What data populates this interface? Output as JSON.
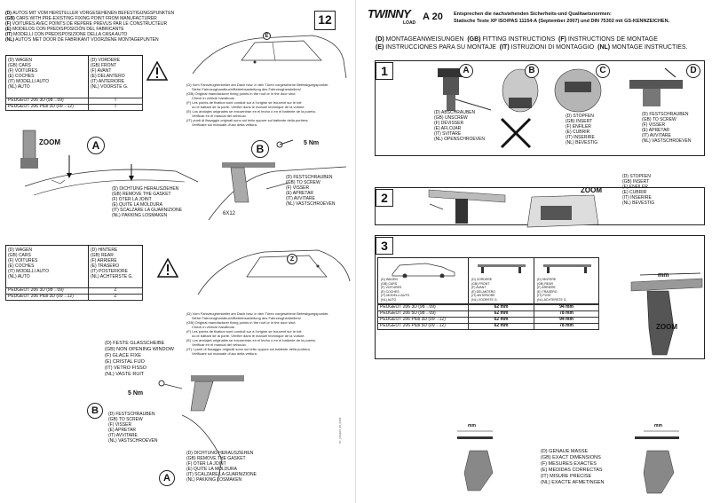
{
  "left": {
    "page_number": "12",
    "vehicle_notes": [
      {
        "code": "(D)",
        "text": "AUTOS MIT VOM HERSTELLER VORGESEHENEN BEFESTIGUNGSPUNKTEN"
      },
      {
        "code": "(GB)",
        "text": "CARS WITH PRE-EXISTING FIXING POINT FROM MANUFACTURER"
      },
      {
        "code": "(F)",
        "text": "VOITURES AVEC POINTS DE REPÈRE PRÉVUS PAR LE CONSTRUCTEUR"
      },
      {
        "code": "(E)",
        "text": "MODELOS CON PREDISPOSICIÓN DEL FABRICANTE"
      },
      {
        "code": "(IT)",
        "text": "MODELLI CON PREDISPOSIZIONE DELLA CASA AUTO"
      },
      {
        "code": "(NL)",
        "text": "AUTO'S MET DOOR DE FABRIKANT VOORZIENE MONTAGEPUNTEN"
      }
    ],
    "table1": {
      "left_labels": [
        "(D) WAGEN",
        "(GB) CARS",
        "(F) VOITURES",
        "(E) COCHES",
        "(IT) MODELLI AUTO",
        "(NL) AUTO"
      ],
      "right_labels": [
        "(D) VORDERE",
        "(GB) FRONT",
        "(F) AVANT",
        "(E) DELANTERO",
        "(IT) ANTERIORE",
        "(NL) VOORSTE G."
      ],
      "rows": [
        {
          "model": "PEUGEOT 206 3D (98→09)",
          "value": "T"
        },
        {
          "model": "PEUGEOT 206 Plus 3D (09→12)",
          "value": "T"
        }
      ]
    },
    "car1_label": "E",
    "callout_a": "A",
    "callout_b": "B",
    "zoom": "ZOOM",
    "torque": "5 Nm",
    "screw_count": "6X12",
    "gasket_labels": [
      "(D) DICHTUNG HERAUSZIEHEN",
      "(GB) REMOVE THE GASKET",
      "(F) OTER LA JOINT",
      "(E) QUITE LA MOLDURA",
      "(IT) SCALZARE LA GUARNIZIONE",
      "(NL) PAKKING LOSMAKEN"
    ],
    "screw_labels": [
      "(D) FESTSCHRAUBEN",
      "(GB) TO SCREW",
      "(F) VISSER",
      "(E) APRETAR",
      "(IT) AVVITARE",
      "(NL) VASTSCHROEVEN"
    ],
    "warning_notes_1": [
      "(D) Vom Fahrzeughersteller am Dach bzw. in den Türen vorgesehene Befestigungspunkte.",
      "Siehe Fahrzeughandbuch/Betriebsanleitung des Fahrzeugherstellers!",
      "(GB) Original manufacturer fixing points in the roof or in the door shut.",
      "Check in vehicle handbook.",
      "(F) Les points de fixation sont conduit sur à l'origine se trouvent sur le toit",
      "ou le battant de la porte. Vérifier dans le manuel technique de la voiture.",
      "(E) Los anclajes originales se encuentran en el techo o en el batiente de la puerta.",
      "Verificar en el manual del vehiculo.",
      "(IT) punti di fissaggio originali sono sul tetto oppure sul battente della portiera.",
      "Verificare sul manuale d'uso della vettura."
    ],
    "table2": {
      "left_labels": [
        "(D) WAGEN",
        "(GB) CARS",
        "(F) VOITURES",
        "(E) COCHES",
        "(IT) MODELLI AUTO",
        "(NL) AUTO"
      ],
      "right_labels": [
        "(D) HINTERE",
        "(GB) REAR",
        "(F) ARRIERE",
        "(E) TRASERO",
        "(IT) POSTERIORE",
        "(NL) ACHTERSTE G."
      ],
      "rows": [
        {
          "model": "PEUGEOT 206 3D (98→09)",
          "value": "Z"
        },
        {
          "model": "PEUGEOT 206 Plus 3D (09→12)",
          "value": "Z"
        }
      ]
    },
    "car2_label": "Z",
    "fixed_window_labels": [
      "(D) FESTE GLASSCHEIBE",
      "(GB) NON OPENING WINDOW",
      "(F) GLACE FIXE",
      "(E) CRISTAL FIJO",
      "(IT) VETRO FISSO",
      "(NL) VASTE RUIT"
    ],
    "warning_notes_2": [
      "(D) Vom Fahrzeughersteller am Dach bzw. in den Türen vorgesehene Befestigungspunkte.",
      "Siehe Fahrzeughandbuch/Betriebsanleitung des Fahrzeugherstellers!",
      "(GB) Original manufacturer fixing points in the roof or in the door shut.",
      "Check in vehicle handbook.",
      "(F) Les points de fixation sont conduit sur à l'origine se trouvent sur le toit",
      "ou le battant de la porte. Vérifier dans le manuel technique de la voiture.",
      "(E) Los anclajes originales se encuentran en el techo o en el batiente de la puerta.",
      "Verificar en el manual del vehiculo.",
      "(IT) I punti di fissaggio originali sono sul tetto oppure sul battente della portiera.",
      "Verificare sul manuale d'uso della vettura."
    ],
    "torque2": "5 Nm",
    "screw_labels_2": [
      "(D) FESTSCHRAUBEN",
      "(GB) TO SCREW",
      "(F) VISSER",
      "(E) APRETAR",
      "(IT) AVVITARE",
      "(NL) VASTSCHROEVEN"
    ],
    "gasket_labels_2": [
      "(D) DICHTUNG HERAUSZIEHEN",
      "(GB) REMOVE THE GASKET",
      "(F) OTER LA JOINT",
      "(E) QUITE LA MOLDURA",
      "(IT) SCALZARE LA GUARNIZIONE",
      "(NL) PAKKING LOSMAKEN"
    ],
    "side_code": "ST_F84A06_00_0606"
  },
  "right": {
    "logo_main": "TWINNY",
    "logo_sub": "LOAD",
    "model": "A 20",
    "header_line1": "Entsprechen die nachstehenden Sicherheits-und Qualitaetsnormen:",
    "header_line2": "Statische Teste XP ISO/PAS 11154-A (September 2007) und DIN 75302 mit GS-KENNZEICHEN.",
    "instr_row1": [
      {
        "code": "(D)",
        "text": "MONTAGEANWEISUNGEN"
      },
      {
        "code": "(GB)",
        "text": "FITTING INSTRUCTIONS"
      },
      {
        "code": "(F)",
        "text": "INSTRUCTIONS DE MONTAGE"
      }
    ],
    "instr_row2": [
      {
        "code": "(E)",
        "text": "INSTRUCCIONES PARA SU MONTAJE"
      },
      {
        "code": "(IT)",
        "text": "ISTRUZIONI DI MONTAGGIO"
      },
      {
        "code": "(NL)",
        "text": "MONTAGE INSTRUCTIES."
      }
    ],
    "step1_number": "1",
    "step1_letters": [
      "A",
      "B",
      "C",
      "D"
    ],
    "unscrew_labels": [
      "(D) ABSCHRAUBEN",
      "(GB) UNSCREW",
      "(F) DÉVISSER",
      "(E) AFLOJAR",
      "(IT) SVITARE",
      "(NL) OPENSCHROEVEN"
    ],
    "plug_labels": [
      "(D) STOPFEN",
      "(GB) INSERT",
      "(F) ENFILER",
      "(E) CUBRIR",
      "(IT) INSERIRE",
      "(NL) BEVESTIG"
    ],
    "screw_labels_r": [
      "(D) FESTSCHRAUBEN",
      "(GB) TO SCREW",
      "(F) VISSER",
      "(E) APRETAR",
      "(IT) AVVITARE",
      "(NL) VASTSCHROEVEN"
    ],
    "step2_number": "2",
    "step2_zoom": "ZOOM",
    "plug_labels_2": [
      "(D) STOPFEN",
      "(GB) INSERT",
      "(F) ENFILER",
      "(E) CUBRIR",
      "(IT) INSERIRE",
      "(NL) BEVESTIG"
    ],
    "step3_number": "3",
    "col_labels_a": [
      "(D) WAGEN",
      "(GB) CARS",
      "(F) VOITURES",
      "(E) COCHES",
      "(IT) MODELLI AUTO",
      "(NL) AUTO"
    ],
    "col_labels_b": [
      "(D) VORDERE",
      "(GB) FRONT",
      "(F) AVANT",
      "(E) DELANTERO",
      "(IT) ANTERIORE",
      "(NL) VOORSTE G."
    ],
    "col_labels_c": [
      "(D) HINTERE",
      "(GB) REAR",
      "(F) ARRIERE",
      "(E) TRASERO",
      "(IT) POST.",
      "(NL) ACHTERSTE G."
    ],
    "dim_rows": [
      {
        "model": "PEUGEOT 206 3D (98→09)",
        "front": "62 mm",
        "rear": "94 mm"
      },
      {
        "model": "PEUGEOT 206 5D (98→09)",
        "front": "62 mm",
        "rear": "78 mm"
      },
      {
        "model": "PEUGEOT 206 Plus 3D (09→12)",
        "front": "62 mm",
        "rear": "94 mm"
      },
      {
        "model": "PEUGEOT 206 Plus 5D (09→12)",
        "front": "62 mm",
        "rear": "78 mm"
      }
    ],
    "mm_label": "mm",
    "zoom3": "ZOOM",
    "measure_labels": [
      "(D) GENAUE MASSE",
      "(GB) EXACT DIMENSIONS",
      "(F) MESURES EXACTES",
      "(E) MEDIDAS CORRECTAS",
      "(IT) MISURE PRECISE",
      "(NL) EXACTE AFMETINGEN"
    ],
    "mm_a": "mm",
    "mm_b": "mm"
  }
}
